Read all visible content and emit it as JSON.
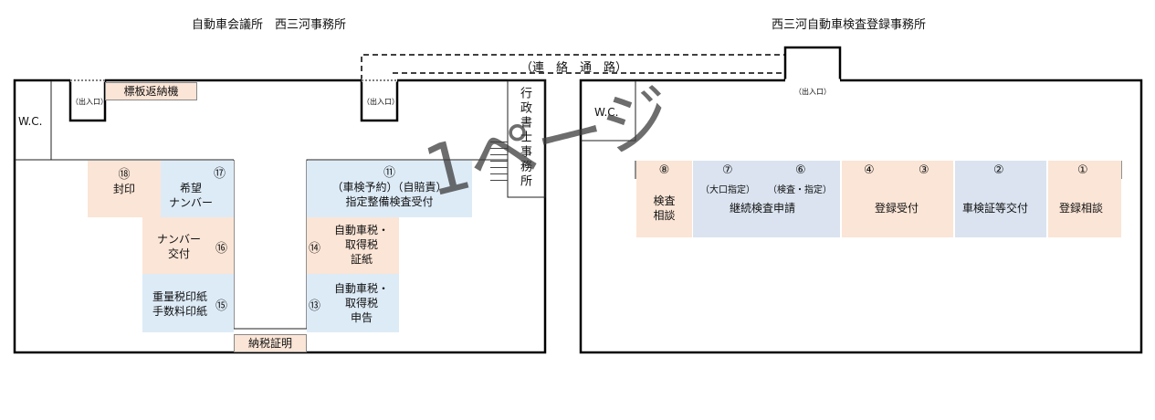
{
  "left_title": "自動車会議所　西三河事務所",
  "right_title": "西三河自動車検査登録事務所",
  "passage": "（連　絡　通　路）",
  "entrance": "（出入口）",
  "wc": "W.C.",
  "watermark": "1ページ",
  "left_rooms": {
    "plate_return": "標板返納機",
    "gyosei": "行政書士事務所",
    "nozei": "納税証明",
    "r18": {
      "num": "⑱",
      "label": "封印"
    },
    "r17": {
      "num": "⑰",
      "line1": "希望",
      "line2": "ナンバー"
    },
    "r16": {
      "num": "⑯",
      "line1": "ナンバー",
      "line2": "交付"
    },
    "r15": {
      "num": "⑮",
      "line1": "重量税印紙",
      "line2": "手数料印紙"
    },
    "r11": {
      "num": "⑪",
      "line1": "（車検予約）（自賠責）",
      "line2": "指定整備検査受付"
    },
    "r14": {
      "num": "⑭",
      "line1": "自動車税・",
      "line2": "取得税",
      "line3": "証紙"
    },
    "r13": {
      "num": "⑬",
      "line1": "自動車税・",
      "line2": "取得税",
      "line3": "申告"
    }
  },
  "right_rooms": {
    "r8": {
      "num": "⑧",
      "line1": "検査",
      "line2": "相談"
    },
    "r7": {
      "num": "⑦",
      "sub": "（大口指定）"
    },
    "r6": {
      "num": "⑥",
      "sub": "（検査・指定）"
    },
    "r76": {
      "label": "継続検査申請"
    },
    "r4": {
      "num": "④"
    },
    "r3": {
      "num": "③"
    },
    "r43": {
      "label": "登録受付"
    },
    "r2": {
      "num": "②",
      "label": "車検証等交付"
    },
    "r1": {
      "num": "①",
      "label": "登録相談"
    }
  }
}
